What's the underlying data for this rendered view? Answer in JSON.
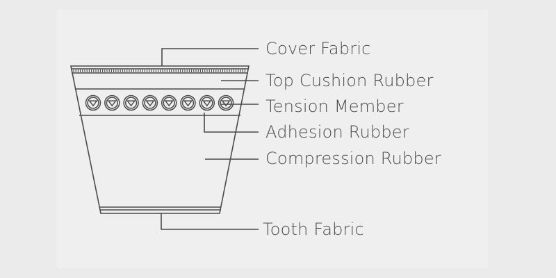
{
  "labels": {
    "cover_fabric": "Cover Fabric",
    "top_cushion_rubber": "Top Cushion Rubber",
    "tension_member": "Tension Member",
    "adhesion_rubber": "Adhesion Rubber",
    "compression_rubber": "Compression Rubber",
    "tooth_fabric": "Tooth Fabric"
  },
  "colors": {
    "background": "#ebebeb",
    "line": "#4a4a4a",
    "text": "#4a4a4a"
  },
  "tension_cord_count": 8
}
